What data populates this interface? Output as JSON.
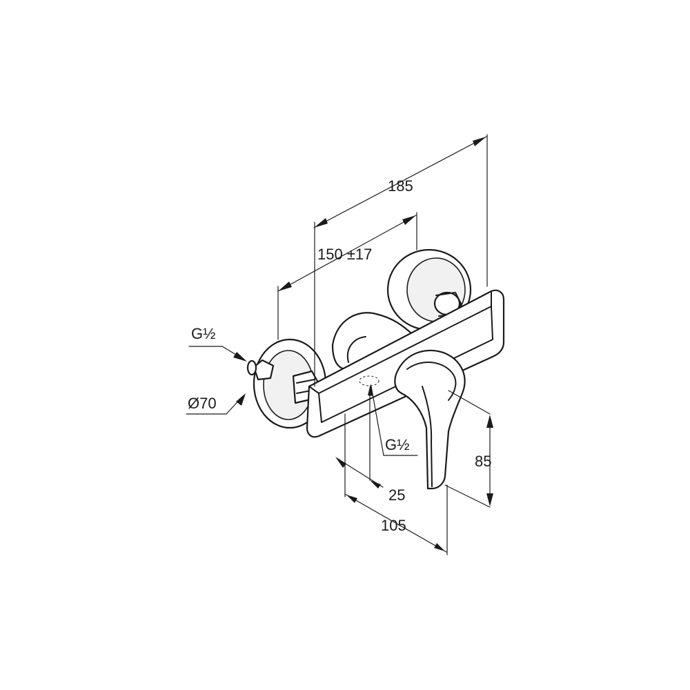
{
  "dimensions": {
    "overall_width": "185",
    "inlet_spacing": "150 ±17",
    "inlet_thread_left": "G½",
    "escutcheon_diameter": "Ø70",
    "outlet_thread": "G½",
    "outlet_offset": "25",
    "depth": "105",
    "lever_height": "85"
  }
}
